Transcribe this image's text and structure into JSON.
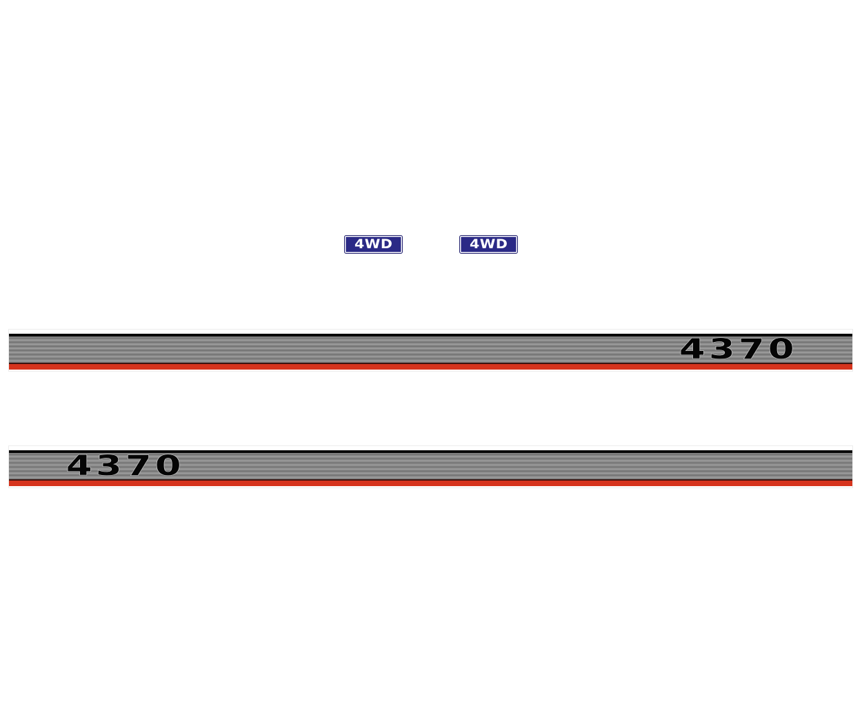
{
  "badges": [
    {
      "label": "4WD",
      "color": "#2b2a86"
    },
    {
      "label": "4WD",
      "color": "#2b2a86"
    }
  ],
  "strips": [
    {
      "model": "4370",
      "model_position": "right"
    },
    {
      "model": "4370",
      "model_position": "left"
    }
  ],
  "colors": {
    "badge_blue": "#2b2a86",
    "stripe_black": "#0a0a0a",
    "stripe_grey": "#848484",
    "stripe_red": "#d6341d"
  }
}
